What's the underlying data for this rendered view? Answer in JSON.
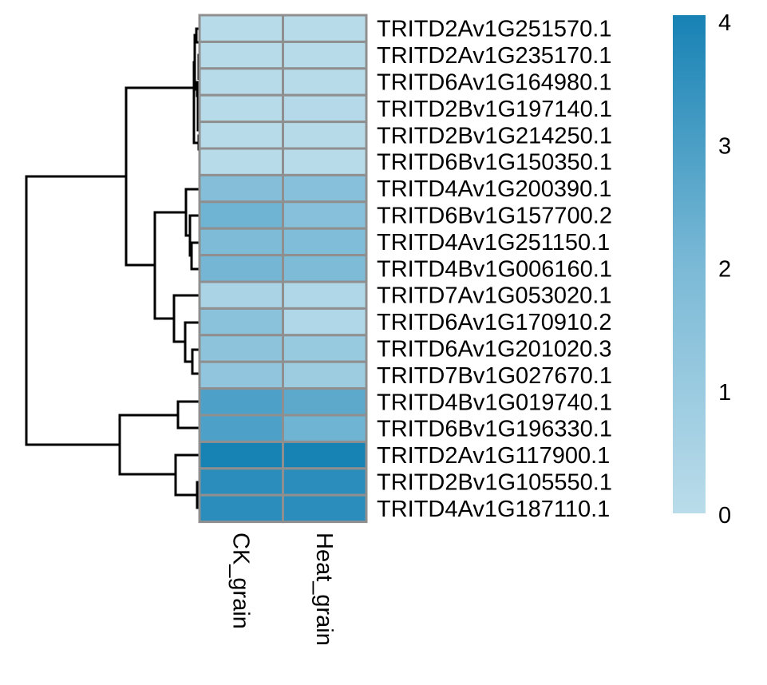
{
  "chart_data": {
    "type": "heatmap",
    "columns": [
      "CK_grain",
      "Heat_grain"
    ],
    "rows": [
      "TRITD2Av1G251570.1",
      "TRITD2Av1G235170.1",
      "TRITD6Av1G164980.1",
      "TRITD2Bv1G197140.1",
      "TRITD2Bv1G214250.1",
      "TRITD6Bv1G150350.1",
      "TRITD4Av1G200390.1",
      "TRITD6Bv1G157700.2",
      "TRITD4Av1G251150.1",
      "TRITD4Bv1G006160.1",
      "TRITD7Av1G053020.1",
      "TRITD6Av1G170910.2",
      "TRITD6Av1G201020.3",
      "TRITD7Bv1G027670.1",
      "TRITD4Bv1G019740.1",
      "TRITD6Bv1G196330.1",
      "TRITD2Av1G117900.1",
      "TRITD2Bv1G105550.1",
      "TRITD4Av1G187110.1"
    ],
    "values": [
      [
        0.05,
        0.05
      ],
      [
        0.05,
        0.08
      ],
      [
        0.05,
        0.08
      ],
      [
        0.05,
        0.15
      ],
      [
        0.05,
        0.1
      ],
      [
        0.05,
        0.08
      ],
      [
        1.7,
        1.6
      ],
      [
        2.2,
        1.6
      ],
      [
        1.9,
        1.8
      ],
      [
        2.1,
        1.9
      ],
      [
        0.5,
        0.3
      ],
      [
        1.5,
        0.3
      ],
      [
        1.4,
        1.1
      ],
      [
        1.3,
        0.9
      ],
      [
        2.9,
        2.6
      ],
      [
        2.9,
        2.2
      ],
      [
        4.0,
        4.0
      ],
      [
        3.6,
        3.6
      ],
      [
        3.6,
        3.6
      ]
    ],
    "color_scale": {
      "min": 0,
      "max": 4,
      "ticks": [
        0,
        1,
        2,
        3,
        4
      ],
      "low_color": "#BADCEA",
      "mid_color": "#7AB9D6",
      "high_color": "#1782B4"
    },
    "cell_border_color": "#8F8F8F",
    "dendrogram": "rows",
    "legend_placement": "right"
  }
}
